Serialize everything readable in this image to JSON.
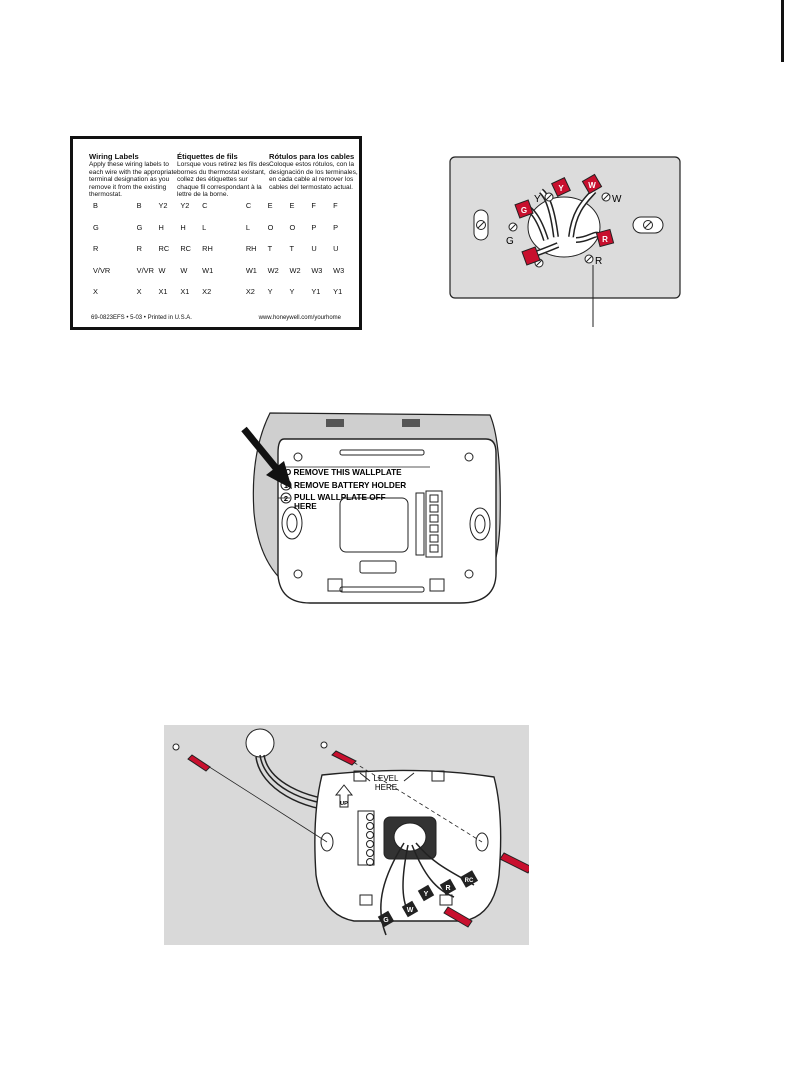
{
  "label_card": {
    "col1": {
      "title": "Wiring Labels",
      "lines": [
        "Apply these wiring labels to",
        "each wire with the appropriate",
        "terminal designation as you",
        "remove it from the existing",
        "thermostat."
      ]
    },
    "col2": {
      "title": "Étiquettes de fils",
      "lines": [
        "Lorsque vous retirez les fils des",
        "bornes du thermostat existant,",
        "collez des étiquettes sur",
        "chaque fil correspondant à la",
        "lettre de la borne."
      ]
    },
    "col3": {
      "title": "Rótulos para los cables",
      "lines": [
        "Coloque estos rótulos, con la",
        "designación de los terminales,",
        "en cada cable al remover los",
        "cables del termostato actual."
      ]
    },
    "grid": [
      [
        "B",
        "B",
        "Y2",
        "Y2",
        "C",
        "C",
        "E",
        "E",
        "F",
        "F"
      ],
      [
        "G",
        "G",
        "H",
        "H",
        "L",
        "L",
        "O",
        "O",
        "P",
        "P"
      ],
      [
        "R",
        "R",
        "RC",
        "RC",
        "RH",
        "RH",
        "T",
        "T",
        "U",
        "U"
      ],
      [
        "V/VR",
        "V/VR",
        "W",
        "W",
        "W1",
        "W1",
        "W2",
        "W2",
        "W3",
        "W3"
      ],
      [
        "X",
        "X",
        "X1",
        "X1",
        "X2",
        "X2",
        "Y",
        "Y",
        "Y1",
        "Y1"
      ]
    ],
    "footer_left": "69-0823EFS  •  5-03  •  Printed in U.S.A.",
    "footer_right": "www.honeywell.com/yourhome"
  },
  "wall_diagram": {
    "terminal_labels": {
      "y": "Y",
      "w": "W",
      "g": "G",
      "r": "R"
    },
    "tag_labels": {
      "g": "G",
      "y": "Y",
      "w": "W",
      "r": "R"
    }
  },
  "thermostat_diagram": {
    "line1": "TO  REMOVE  THIS  WALLPLATE",
    "step1_num": "1",
    "step1": "REMOVE BATTERY HOLDER",
    "step2_num": "2",
    "step2a": "PULL WALLPLATE OFF",
    "step2b": "HERE"
  },
  "mount_diagram": {
    "level_line1": "LEVEL",
    "level_line2": "HERE",
    "up_label": "UP",
    "tags": {
      "g": "G",
      "w": "W",
      "y": "Y",
      "r": "R",
      "rc": "RC"
    }
  },
  "colors": {
    "tag_red": "#c8102e",
    "panel_gray": "#d9d9d9",
    "line": "#222222"
  }
}
